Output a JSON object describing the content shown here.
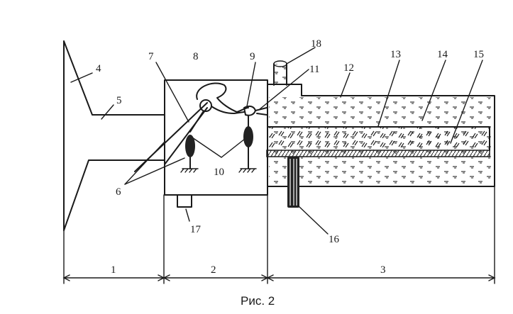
{
  "figure": {
    "caption": "Рис. 2",
    "callouts": [
      "4",
      "5",
      "7",
      "8",
      "9",
      "11",
      "18",
      "12",
      "13",
      "14",
      "15",
      "6",
      "10",
      "17",
      "16"
    ],
    "sections": [
      "1",
      "2",
      "3"
    ]
  }
}
